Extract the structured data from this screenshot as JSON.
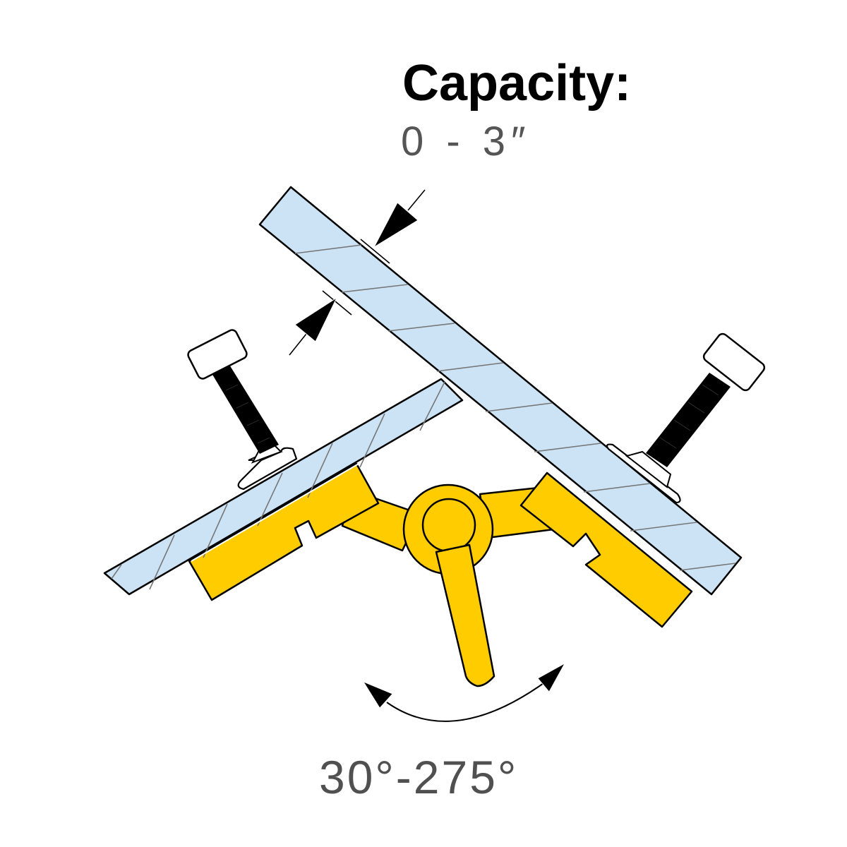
{
  "labels": {
    "title": "Capacity:",
    "capacity_range": "0 - 3″",
    "angle_range": "30°-275°"
  },
  "colors": {
    "workpiece_fill": "#cce3f5",
    "clamp_fill": "#ffcc00",
    "outline": "#000000",
    "hatch": "#777777",
    "text_primary": "#000000",
    "text_secondary": "#555555"
  },
  "diagram": {
    "components": [
      "upper-workpiece-board",
      "lower-workpiece-board",
      "left-clamp-jaw",
      "right-clamp-jaw",
      "pivot-hub",
      "locking-lever",
      "left-threaded-screw",
      "right-threaded-screw",
      "capacity-dimension-arrows",
      "rotation-range-arrow"
    ]
  }
}
